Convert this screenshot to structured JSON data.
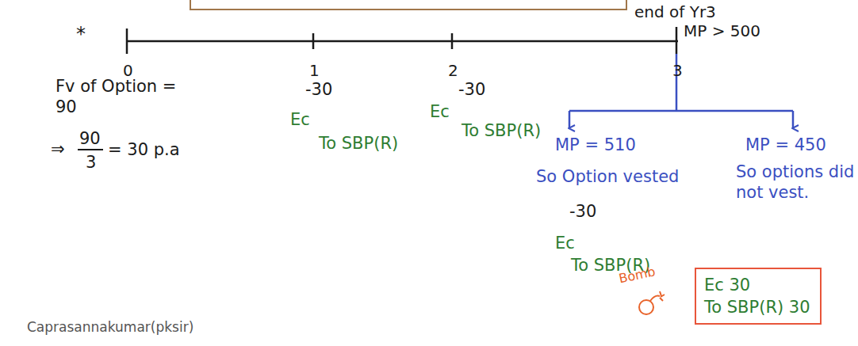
{
  "diagram": {
    "nodes": [
      {
        "text": [
          "Ec 30",
          "To SBP(R) 30"
        ]
      }
    ],
    "labels": [
      "end of Yr3",
      "MP > 500",
      "*",
      "0",
      "1",
      "2",
      "3",
      "Fv of Option = 90",
      "⇒",
      "90",
      "3",
      "= 30 p.a",
      "-30",
      "Ec",
      "To SBP(R)",
      "-30",
      "Ec",
      "To SBP(R)",
      "MP = 510",
      "So Option vested",
      "-30",
      "Ec",
      "To SBP(R)",
      "MP = 450",
      "So options did not vest.",
      "Bomb",
      "Caprasannakumar(pksir)"
    ]
  }
}
